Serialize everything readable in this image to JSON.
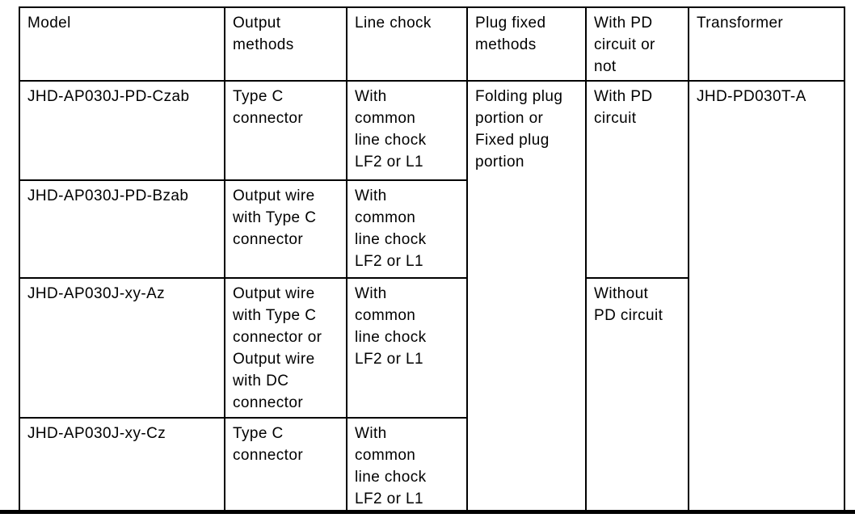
{
  "page": {
    "background_color": "#ffffff",
    "text_color": "#000000",
    "border_color": "#000000"
  },
  "table": {
    "header": {
      "model": "Model",
      "output_methods": "Output\nmethods",
      "line_chock": "Line chock",
      "plug_fixed_methods": "Plug fixed\nmethods",
      "pd_circuit_or_not": "With PD\ncircuit or\nnot",
      "transformer": "Transformer"
    },
    "rows": [
      {
        "model": "JHD-AP030J-PD-Czab",
        "output_method": "Type C\nconnector",
        "line_chock": "With\ncommon\nline chock\nLF2 or L1"
      },
      {
        "model": "JHD-AP030J-PD-Bzab",
        "output_method": "Output wire\nwith Type C\nconnector",
        "line_chock": "With\ncommon\nline chock\nLF2 or L1"
      },
      {
        "model": "JHD-AP030J-xy-Az",
        "output_method": "Output wire\nwith Type C\nconnector or\nOutput wire\nwith DC\nconnector",
        "line_chock": "With\ncommon\nline chock\nLF2 or L1"
      },
      {
        "model": "JHD-AP030J-xy-Cz",
        "output_method": "Type C\nconnector",
        "line_chock": "With\ncommon\nline chock\nLF2 or L1"
      }
    ],
    "merged_cells": {
      "plug_fixed_methods": "Folding plug\nportion or\nFixed plug\nportion",
      "with_pd_circuit": "With PD\ncircuit",
      "without_pd_circuit": "Without\nPD circuit",
      "transformer": "JHD-PD030T-A"
    }
  }
}
